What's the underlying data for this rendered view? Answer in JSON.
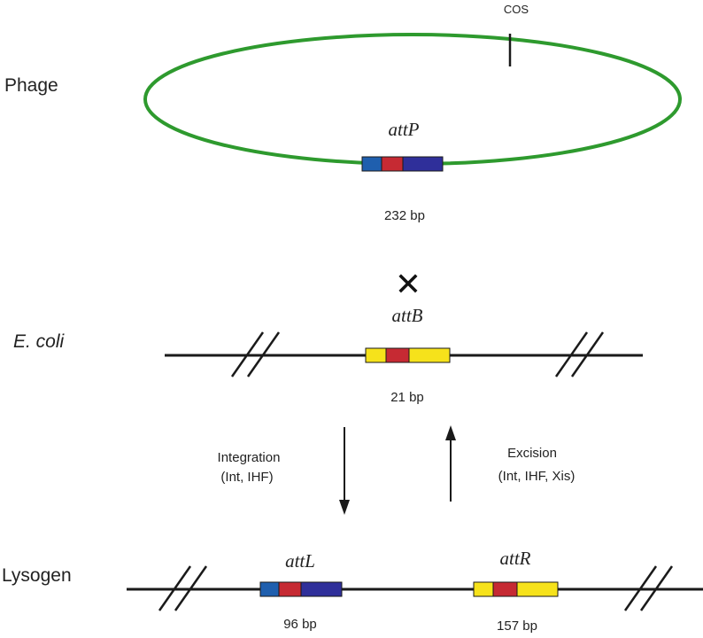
{
  "rows": {
    "phage": "Phage",
    "ecoli": "E. coli",
    "lysogen": "Lysogen"
  },
  "phage": {
    "cos_label": "COS",
    "site_label": "attP",
    "size_label": "232 bp"
  },
  "cross_symbol": "✕",
  "bacterium": {
    "site_label": "attB",
    "size_label": "21 bp"
  },
  "integration": {
    "title": "Integration",
    "factors": "(Int, IHF)"
  },
  "excision": {
    "title": "Excision",
    "factors": "(Int, IHF, Xis)"
  },
  "lysogen": {
    "left_site_label": "attL",
    "left_size_label": "96 bp",
    "right_site_label": "attR",
    "right_size_label": "157 bp"
  },
  "colors": {
    "phage_dna": "#2e9a2e",
    "phage_arm_left": "#1f5fae",
    "core": "#c62a33",
    "phage_arm_right": "#2f2f9a",
    "bacterial_arm": "#f6e21b",
    "dna_line": "#1a1a1a"
  }
}
